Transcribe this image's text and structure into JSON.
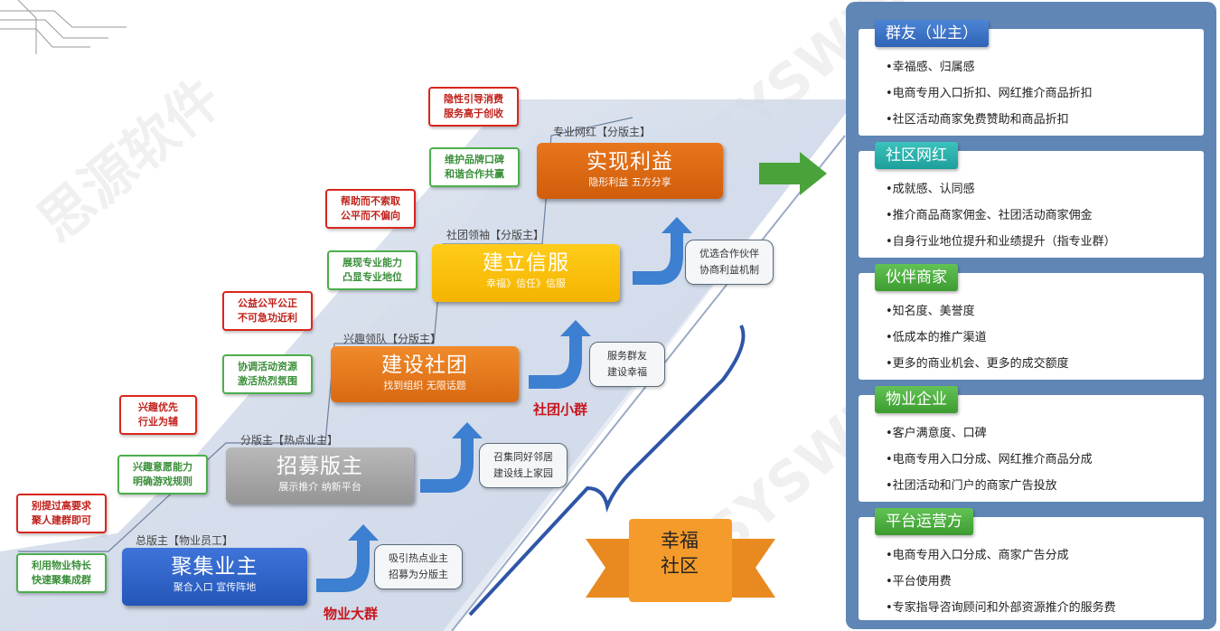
{
  "watermarks": [
    "思源软件",
    "SYSWIN",
    "SYSWIN"
  ],
  "steps": [
    {
      "title": "聚集业主",
      "sub": "聚合入口  宣传阵地",
      "role": "总版主【物业员工】",
      "green": "利用物业特长\n快速聚集成群",
      "red": "别提过高要求\n聚人建群即可",
      "callout": "吸引热点业主\n招募为分版主"
    },
    {
      "title": "招募版主",
      "sub": "展示推介  纳新平台",
      "role": "分版主【热点业主】",
      "green": "兴趣意愿能力\n明确游戏规则",
      "red": "兴趣优先\n行业为辅",
      "callout": "召集同好邻居\n建设线上家园"
    },
    {
      "title": "建设社团",
      "sub": "找到组织  无限话题",
      "role": "兴趣领队【分版主】",
      "green": "协调活动资源\n激活热烈氛围",
      "red": "公益公平公正\n不可急功近利",
      "callout": "服务群友\n建设幸福"
    },
    {
      "title": "建立信服",
      "sub": "幸福》信任》信服",
      "role": "社团领袖【分版主】",
      "green": "展现专业能力\n凸显专业地位",
      "red": "帮助而不索取\n公平而不偏向",
      "callout": "优选合作伙伴\n协商利益机制"
    },
    {
      "title": "实现利益",
      "sub": "隐形利益  五方分享",
      "role": "专业网红【分版主】",
      "green": "维护品牌口碑\n和谐合作共赢",
      "red": "隐性引导消费\n服务高于创收"
    }
  ],
  "groups": {
    "big": "物业大群",
    "small": "社团小群"
  },
  "happy": "幸福\n社区",
  "cards": [
    {
      "title": "群友（业主）",
      "items": [
        "•幸福感、归属感",
        "•电商专用入口折扣、网红推介商品折扣",
        "•社区活动商家免费赞助和商品折扣"
      ]
    },
    {
      "title": "社区网红",
      "items": [
        "•成就感、认同感",
        "•推介商品商家佣金、社团活动商家佣金",
        "•自身行业地位提升和业绩提升（指专业群）"
      ]
    },
    {
      "title": "伙伴商家",
      "items": [
        "•知名度、美誉度",
        "•低成本的推广渠道",
        "•更多的商业机会、更多的成交额度"
      ]
    },
    {
      "title": "物业企业",
      "items": [
        "•客户满意度、口碑",
        "•电商专用入口分成、网红推介商品分成",
        "•社团活动和门户的商家广告投放"
      ]
    },
    {
      "title": "平台运营方",
      "items": [
        "•电商专用入口分成、商家广告分成",
        "•平台使用费",
        "•专家指导咨询顾问和外部资源推介的服务费"
      ]
    }
  ]
}
